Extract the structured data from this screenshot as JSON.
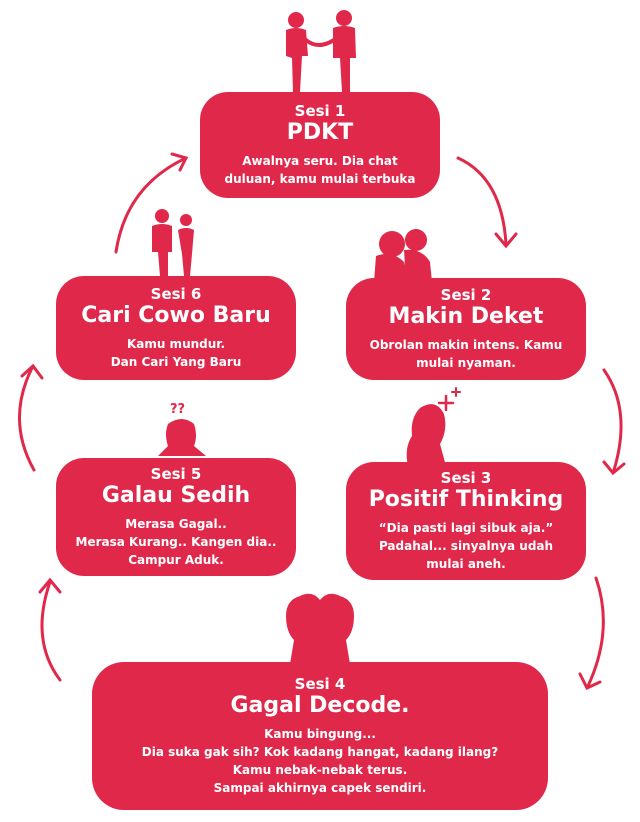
{
  "colors": {
    "accent": "#e0284b",
    "text": "#ffffff",
    "background": "#ffffff"
  },
  "cards": [
    {
      "sesi": "Sesi 1",
      "title": "PDKT",
      "lines": [
        "Awalnya seru. Dia chat",
        "duluan, kamu mulai terbuka"
      ]
    },
    {
      "sesi": "Sesi 2",
      "title": "Makin Deket",
      "lines": [
        "Obrolan makin intens. Kamu",
        "mulai nyaman."
      ]
    },
    {
      "sesi": "Sesi 3",
      "title": "Positif Thinking",
      "lines": [
        "“Dia pasti lagi sibuk aja.”",
        "Padahal... sinyalnya udah",
        "mulai aneh."
      ]
    },
    {
      "sesi": "Sesi 4",
      "title": "Gagal Decode.",
      "lines": [
        "Kamu bingung...",
        "Dia suka gak sih? Kok kadang hangat, kadang ilang?",
        "Kamu nebak-nebak terus.",
        "Sampai akhirnya capek sendiri."
      ]
    },
    {
      "sesi": "Sesi 5",
      "title": "Galau Sedih",
      "lines": [
        "Merasa Gagal..",
        "Merasa Kurang.. Kangen dia..",
        "Campur Aduk."
      ]
    },
    {
      "sesi": "Sesi 6",
      "title": "Cari Cowo Baru",
      "lines": [
        "Kamu mundur.",
        "Dan Cari Yang Baru"
      ]
    }
  ],
  "icons": [
    "couple-holding-hands-icon",
    "couple-kissing-icon",
    "woman-thinking-sparkle-icon",
    "two-heads-back-to-back-icon",
    "confused-woman-question-icon",
    "couple-standing-icon"
  ],
  "confused_marks": "??"
}
